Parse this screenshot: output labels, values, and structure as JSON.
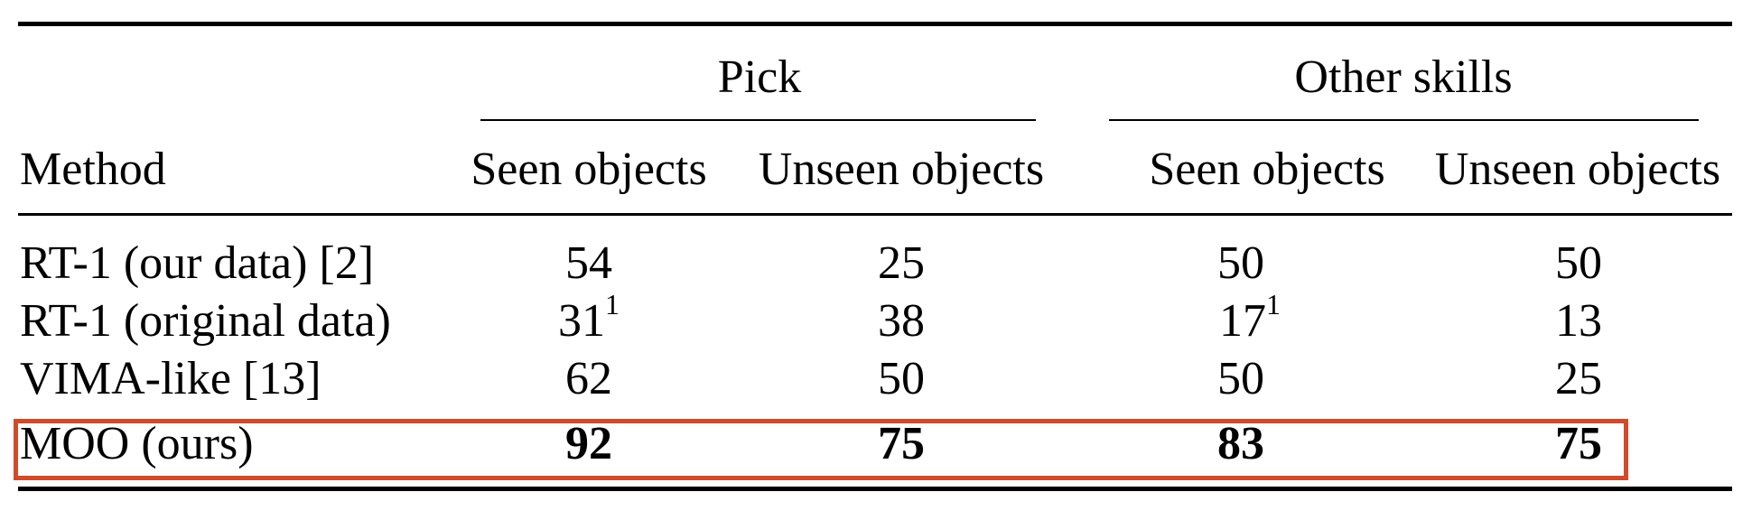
{
  "table": {
    "group_headers": {
      "pick": "Pick",
      "other": "Other skills"
    },
    "columns": {
      "method": "Method",
      "pick_seen": "Seen objects",
      "pick_unseen": "Unseen objects",
      "other_seen": "Seen objects",
      "other_unseen": "Unseen objects"
    },
    "rows": [
      {
        "method": "RT-1 (our data) [2]",
        "pick_seen": "54",
        "pick_seen_sup": "",
        "pick_unseen": "25",
        "other_seen": "50",
        "other_seen_sup": "",
        "other_unseen": "50"
      },
      {
        "method": "RT-1 (original data)",
        "pick_seen": "31",
        "pick_seen_sup": "1",
        "pick_unseen": "38",
        "other_seen": "17",
        "other_seen_sup": "1",
        "other_unseen": "13"
      },
      {
        "method": "VIMA-like [13]",
        "pick_seen": "62",
        "pick_seen_sup": "",
        "pick_unseen": "50",
        "other_seen": "50",
        "other_seen_sup": "",
        "other_unseen": "25"
      },
      {
        "method": "MOO (ours)",
        "pick_seen": "92",
        "pick_seen_sup": "",
        "pick_unseen": "75",
        "other_seen": "83",
        "other_seen_sup": "",
        "other_unseen": "75"
      }
    ],
    "highlight_color": "#d14a2a"
  }
}
